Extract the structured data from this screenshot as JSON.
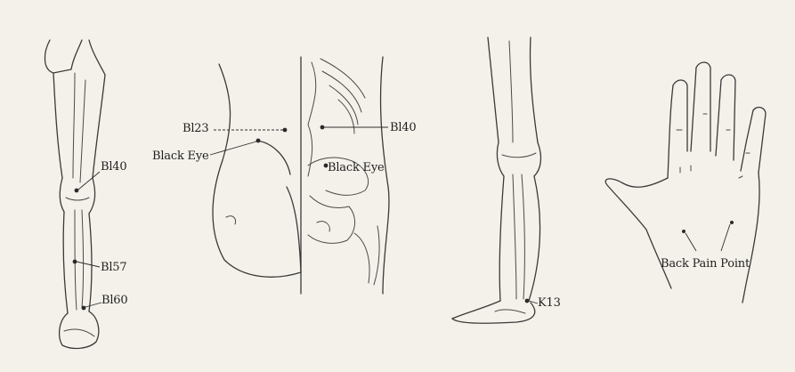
{
  "colors": {
    "paper": "#f4f1ea",
    "ink": "#2a2a2a"
  },
  "leg_back": {
    "points": [
      "Bl40",
      "Bl57",
      "Bl60"
    ]
  },
  "torso": {
    "left_labels": [
      "Bl23",
      "Black Eye"
    ],
    "right_labels": [
      "Bl40",
      "Black Eye"
    ]
  },
  "leg_side": {
    "point": "K13"
  },
  "hand": {
    "point": "Back Pain Point"
  }
}
